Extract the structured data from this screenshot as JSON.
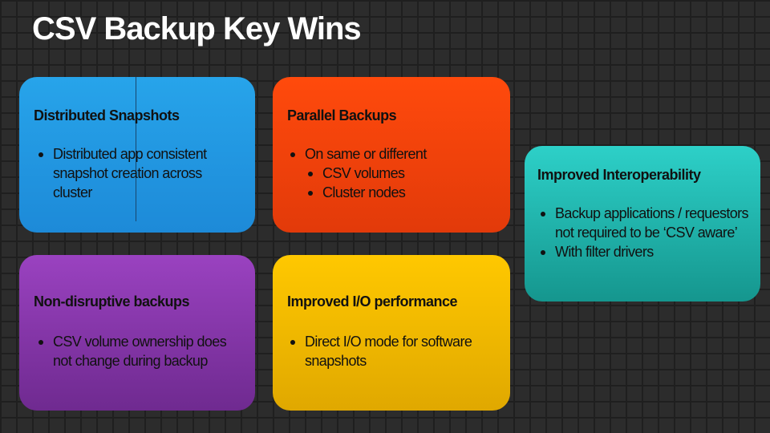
{
  "title": "CSV Backup Key Wins",
  "colors": {
    "distributed": "#27a4ea",
    "parallel": "#ff4a0c",
    "non_disruptive": "#9a42c0",
    "io": "#ffc800",
    "interop": "#2dd0c8"
  },
  "cards": {
    "distributed": {
      "heading": "Distributed Snapshots",
      "bullets": [
        "Distributed app consistent snapshot creation across cluster"
      ]
    },
    "parallel": {
      "heading": "Parallel Backups",
      "bullets": [
        "On same or different"
      ],
      "sub_bullets": [
        "CSV volumes",
        "Cluster nodes"
      ]
    },
    "non_disruptive": {
      "heading": "Non-disruptive backups",
      "bullets": [
        "CSV volume ownership does not change during backup"
      ]
    },
    "io": {
      "heading": "Improved I/O performance",
      "bullets": [
        "Direct I/O mode for software snapshots"
      ]
    },
    "interop": {
      "heading": "Improved Interoperability",
      "bullets": [
        "Backup applications / requestors not required to be ‘CSV aware’",
        "With filter drivers"
      ]
    }
  }
}
